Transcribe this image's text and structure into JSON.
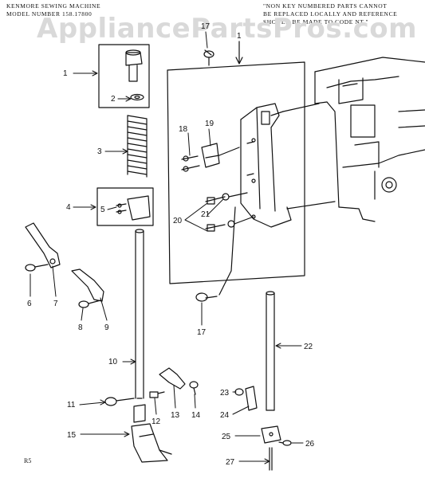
{
  "header": {
    "model_line1": "KENMORE SEWING MACHINE",
    "model_line2": "MODEL NUMBER 158.17800",
    "note_line1": "\"NON KEY NUMBERED PARTS CANNOT",
    "note_line2": "BE REPLACED LOCALLY AND REFERENCE",
    "note_line3": "SHOULD BE MADE TO CODE NT.\""
  },
  "watermark": "AppliancePartsPros.com",
  "footer_code": "R5",
  "callouts": {
    "c1": "1",
    "c2": "2",
    "c3": "3",
    "c4": "4",
    "c5": "5",
    "c6": "6",
    "c7": "7",
    "c8": "8",
    "c9": "9",
    "c10": "10",
    "c11": "11",
    "c12": "12",
    "c13": "13",
    "c14": "14",
    "c15": "15",
    "c17a": "17",
    "c17b": "17",
    "c18": "18",
    "c19": "19",
    "c20": "20",
    "c21": "21",
    "c22": "22",
    "c23": "23",
    "c24": "24",
    "c25": "25",
    "c26": "26",
    "c27": "27",
    "c1b": "1"
  },
  "colors": {
    "ink": "#111111",
    "watermark": "#d9d9d9"
  }
}
